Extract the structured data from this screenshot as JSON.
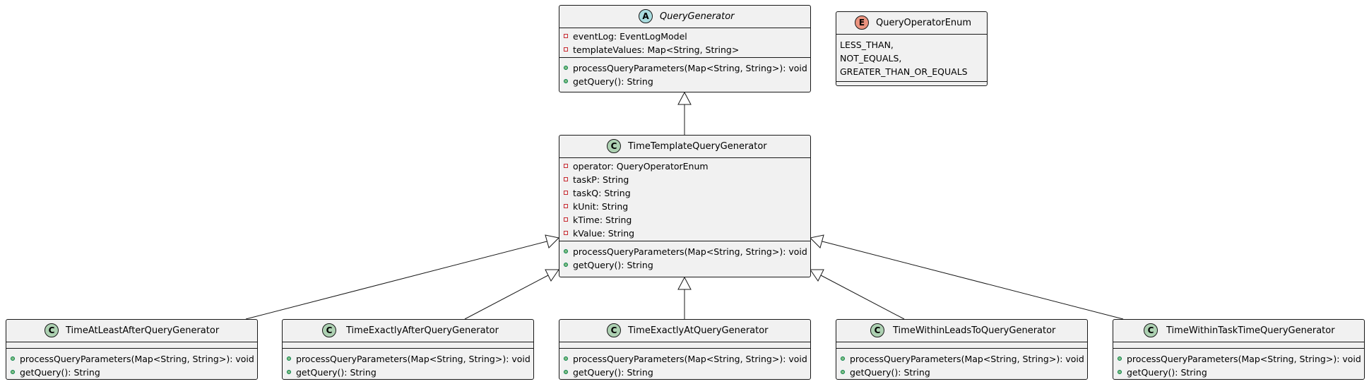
{
  "query_generator": {
    "stereotype": "A",
    "name": "QueryGenerator",
    "fields": [
      "eventLog: EventLogModel",
      "templateValues: Map<String, String>"
    ],
    "methods": [
      "processQueryParameters(Map<String, String>): void",
      "getQuery(): String"
    ]
  },
  "query_operator_enum": {
    "stereotype": "E",
    "name": "QueryOperatorEnum",
    "values": [
      "LESS_THAN,",
      "NOT_EQUALS,",
      "GREATER_THAN_OR_EQUALS"
    ]
  },
  "time_template": {
    "stereotype": "C",
    "name": "TimeTemplateQueryGenerator",
    "fields": [
      "operator: QueryOperatorEnum",
      "taskP: String",
      "taskQ: String",
      "kUnit: String",
      "kTime: String",
      "kValue: String"
    ],
    "methods": [
      "processQueryParameters(Map<String, String>): void",
      "getQuery(): String"
    ]
  },
  "subclasses": [
    {
      "stereotype": "C",
      "name": "TimeAtLeastAfterQueryGenerator",
      "methods": [
        "processQueryParameters(Map<String, String>): void",
        "getQuery(): String"
      ]
    },
    {
      "stereotype": "C",
      "name": "TimeExactlyAfterQueryGenerator",
      "methods": [
        "processQueryParameters(Map<String, String>): void",
        "getQuery(): String"
      ]
    },
    {
      "stereotype": "C",
      "name": "TimeExactlyAtQueryGenerator",
      "methods": [
        "processQueryParameters(Map<String, String>): void",
        "getQuery(): String"
      ]
    },
    {
      "stereotype": "C",
      "name": "TimeWithinLeadsToQueryGenerator",
      "methods": [
        "processQueryParameters(Map<String, String>): void",
        "getQuery(): String"
      ]
    },
    {
      "stereotype": "C",
      "name": "TimeWithinTaskTimeQueryGenerator",
      "methods": [
        "processQueryParameters(Map<String, String>): void",
        "getQuery(): String"
      ]
    }
  ]
}
